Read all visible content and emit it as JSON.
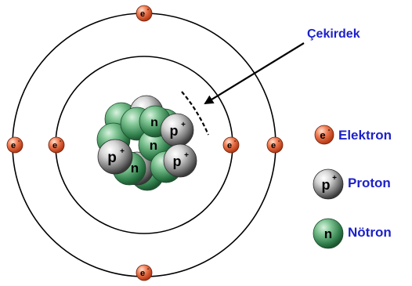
{
  "diagram": {
    "nucleus_label": "Çekirdek",
    "particle_symbols": {
      "electron": "e",
      "electron_charge": "-",
      "proton": "p",
      "proton_charge": "+",
      "neutron": "n"
    }
  },
  "legend": {
    "items": [
      {
        "key": "electron",
        "label": "Elektron",
        "icon": "electron-icon"
      },
      {
        "key": "proton",
        "label": "Proton",
        "icon": "proton-icon"
      },
      {
        "key": "neutron",
        "label": "Nötron",
        "icon": "neutron-icon"
      }
    ]
  },
  "colors": {
    "label_text": "#1d21c8",
    "electron": "#e0522d",
    "proton": "#6e6e6e",
    "neutron": "#3f8f5a",
    "orbit": "#000000"
  }
}
